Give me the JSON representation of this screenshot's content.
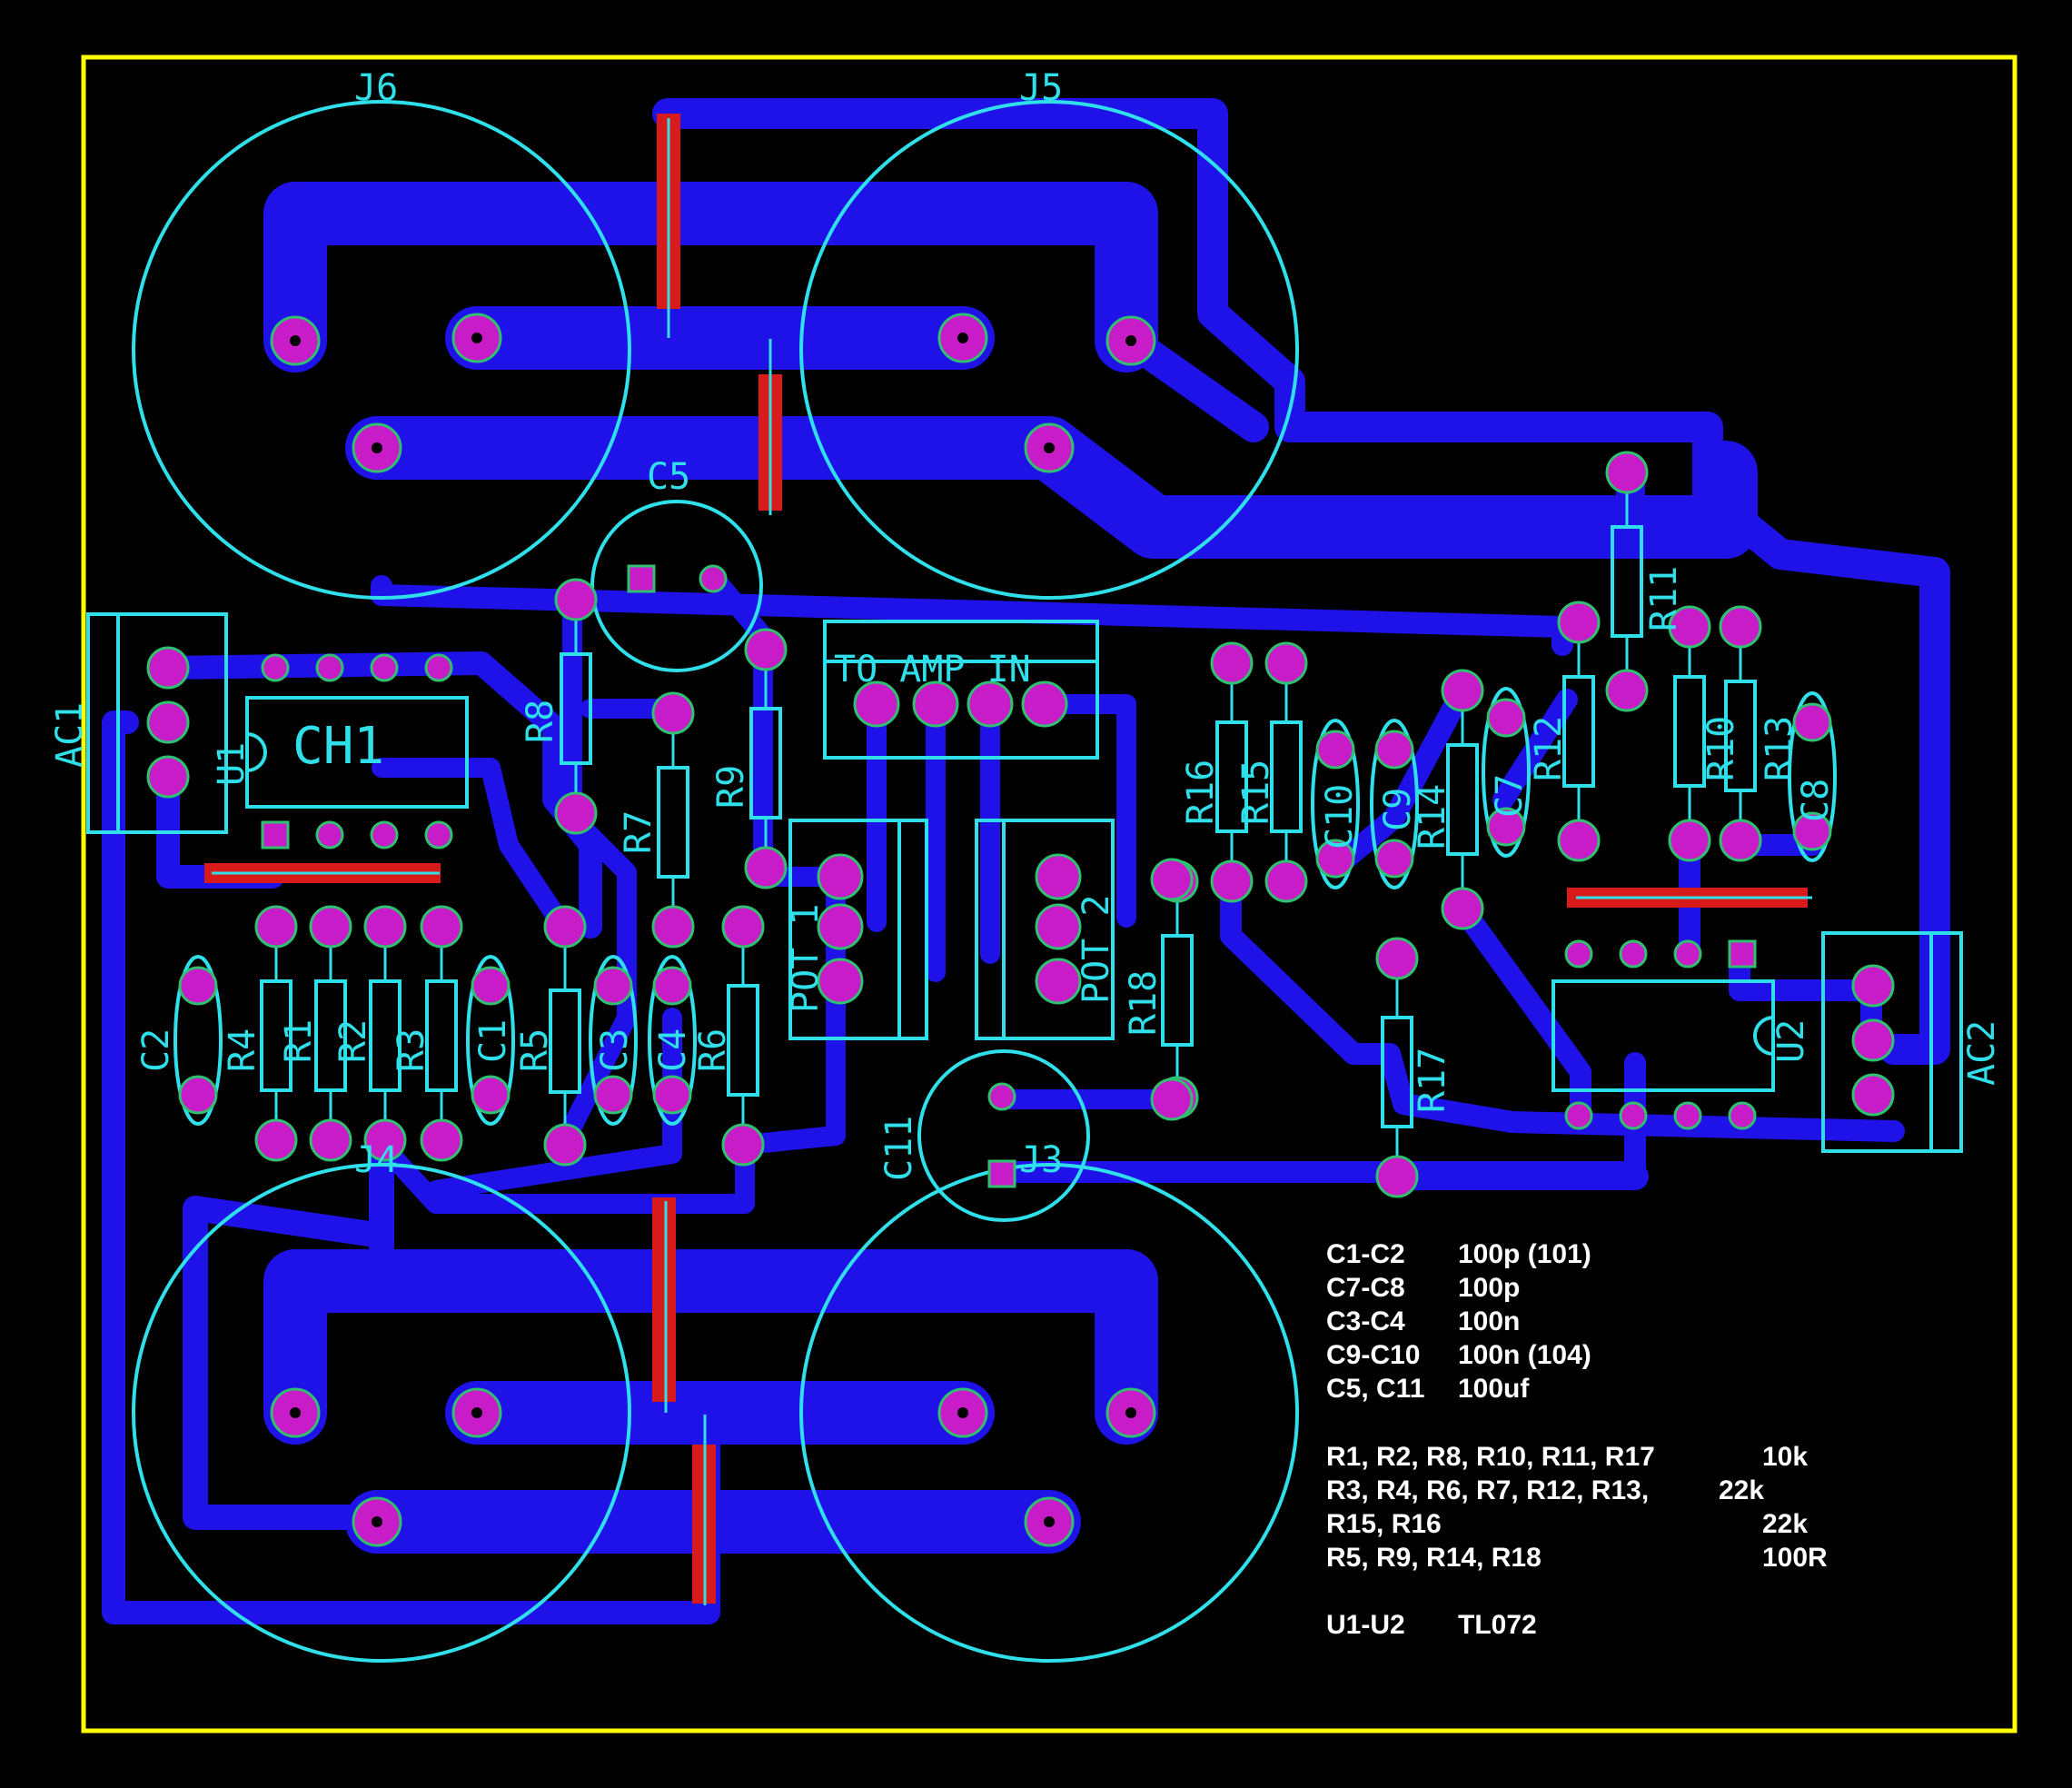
{
  "colors": {
    "background": "#000000",
    "board_outline": "#ffff00",
    "copper": "#1f12e8",
    "pad": "#c81cc8",
    "pad_ring": "#2fc070",
    "silkscreen": "#2fe0ea",
    "jumper": "#d81a1a",
    "bom_text": "#ffffff"
  },
  "designators": {
    "j6": "J6",
    "j5": "J5",
    "j4": "J4",
    "j3": "J3",
    "c5": "C5",
    "c11": "C11",
    "ac1": "AC1",
    "ac2": "AC2",
    "u1": "U1",
    "u2": "U2",
    "ch1": "CH1",
    "to_amp_in": "TO AMP IN",
    "pot1": "POT 1",
    "pot2": "POT 2",
    "r1": "R1",
    "r2": "R2",
    "r3": "R3",
    "r4": "R4",
    "r5": "R5",
    "r6": "R6",
    "r7": "R7",
    "r8": "R8",
    "r9": "R9",
    "r10": "R10",
    "r11": "R11",
    "r12": "R12",
    "r13": "R13",
    "r14": "R14",
    "r15": "R15",
    "r16": "R16",
    "r17": "R17",
    "r18": "R18",
    "c1": "C1",
    "c2": "C2",
    "c3": "C3",
    "c4": "C4",
    "c7": "C7",
    "c8": "C8",
    "c9": "C9",
    "c10": "C10"
  },
  "bom": [
    {
      "parts": "C1-C2",
      "value": "100p (101)"
    },
    {
      "parts": "C7-C8",
      "value": "100p"
    },
    {
      "parts": "C3-C4",
      "value": "100n"
    },
    {
      "parts": "C9-C10",
      "value": "100n (104)"
    },
    {
      "parts": "C5,  C11",
      "value": "100uf"
    },
    {
      "parts": "R1, R2, R8,  R10, R11,  R17",
      "value": "10k"
    },
    {
      "parts": "R3, R4, R6, R7,  R12, R13,",
      "value": "22k"
    },
    {
      "parts": "R15, R16",
      "value": "22k"
    },
    {
      "parts": "R5,  R9,  R14,  R18",
      "value": "100R"
    },
    {
      "parts": "U1-U2",
      "value": "TL072"
    }
  ]
}
